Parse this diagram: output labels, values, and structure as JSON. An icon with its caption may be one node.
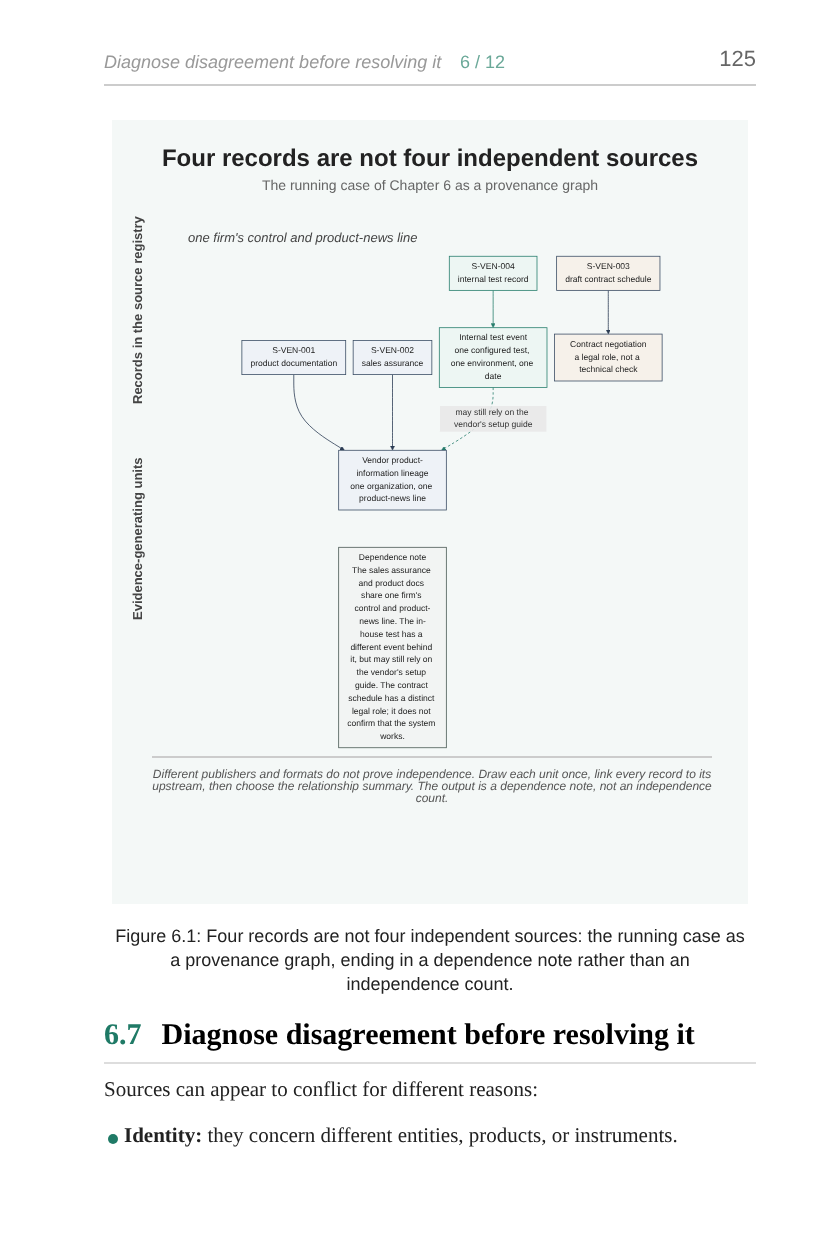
{
  "diagram": {
    "title": "Four records are not four independent sources",
    "caption": "Figure 6.1: Four records are not four independent sources: the running case as a provenance graph, ending in a dependence note rather than an independence count.",
    "nodes": [
      {
        "text": [
          "S-VEN-001",
          "product documentation"
        ]
      },
      {
        "text": [
          "S-VEN-002",
          "sales assurance"
        ]
      },
      {
        "text": [
          "S-VEN-004",
          "internal test record"
        ]
      },
      {
        "text": [
          "S-VEN-003",
          "draft contract schedule"
        ]
      },
      {
        "text": [
          "Vendor product-information lineage",
          "one organization, one product-news line"
        ]
      },
      {
        "text": [
          "Internal test event",
          "one configured test, one environment, one date"
        ]
      },
      {
        "text": [
          "Contract negotiation",
          "a legal role, not a technical check"
        ]
      },
      {
        "text": [
          "Dependence note",
          "The sales assurance and product docs share one firm's control and product-news line. The in-house test has a different event behind it, but may still rely on the vendor's setup guide. The contract schedule has a distinct legal role; it does not confirm that the system works."
        ]
      }
    ],
    "edges": [
      {
        "from": 0,
        "to": 4,
        "arrow": "to"
      },
      {
        "from": 1,
        "to": 4,
        "arrow": "to"
      },
      {
        "from": 2,
        "to": 5,
        "arrow": "to",
        "color": "#2a7f6f"
      },
      {
        "from": 3,
        "to": 6,
        "arrow": "to"
      },
      {
        "from": 5,
        "to": 4,
        "arrow": "to",
        "label": "may still rely on the vendor's setup guide",
        "style": "dashed",
        "color": "#2a7f6f"
      }
    ],
    "labels": [
      "Diagnose disagreement before resolving it",
      "6 / 12",
      "125",
      "The running case of Chapter 6 as a provenance graph",
      "Records in the source registry",
      "Evidence-generating units",
      "one firm's control and product-news line",
      "Different publishers and formats do not prove independence. Draw each unit once, link every record to its upstream, then choose the relationship summary. The output is a dependence note, not an independence count.",
      "6.7",
      "Diagnose disagreement before resolving it",
      "Sources can appear to conflict for different reasons:",
      "**Identity:** they concern different entities, products, or instruments."
    ]
  }
}
